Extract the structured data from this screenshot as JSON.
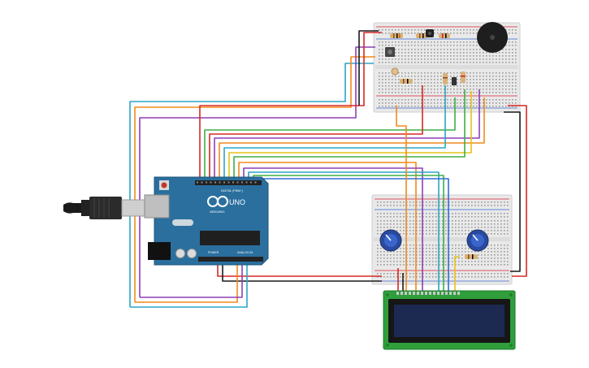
{
  "arduino": {
    "brand": "ARDUINO",
    "model": "UNO",
    "digital_header": "DIGITAL (PWM~)",
    "power_header": "POWER",
    "analog_header": "ANALOG IN"
  },
  "colors": {
    "board": "#2a6f9e",
    "breadboard": "#e9e9e9",
    "lcd_pcb": "#2f9e3b",
    "lcd_screen": "#1c2a52",
    "wire_orange": "#f08a1c",
    "wire_purple": "#8e3fb6",
    "wire_cyan": "#2aa5c8",
    "wire_green": "#3fae46",
    "wire_yellow": "#e5c21a",
    "wire_red": "#d62828",
    "wire_black": "#1a1a1a"
  },
  "icons": [
    "usb-cable-icon",
    "piezo-buzzer-icon",
    "potentiometer-icon",
    "pushbutton-icon"
  ]
}
